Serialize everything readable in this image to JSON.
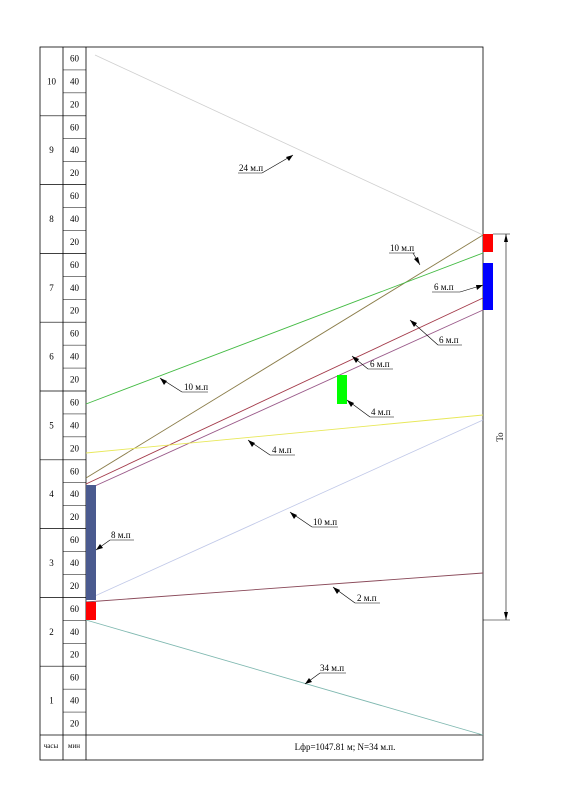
{
  "header": {
    "hours_label": "часы",
    "minutes_label": "мин",
    "to_label": "То",
    "footer_text": "Lфр=1047.81 м; N=34 м.п."
  },
  "hours": [
    "1",
    "2",
    "3",
    "4",
    "5",
    "6",
    "7",
    "8",
    "9",
    "10"
  ],
  "minute_marks": [
    "20",
    "40",
    "60"
  ],
  "colors": {
    "frame": "#000000",
    "red": "#ff0000",
    "blue": "#0000ff",
    "green": "#00ff00",
    "slate": "#4a5a8f"
  },
  "lines": [
    {
      "label": "24 м.п",
      "color": "#c8c8c8"
    },
    {
      "label": "10 м.п",
      "color": "#8b7d4a"
    },
    {
      "label": "6 м.п",
      "color": "#a33a4a"
    },
    {
      "label": "6 м.п",
      "color": "#9a5a8a"
    },
    {
      "label": "10 м.п",
      "color": "#44bb44"
    },
    {
      "label": "6 м.п",
      "color": "#b0a0d8"
    },
    {
      "label": "4 м.п",
      "color": "#e8e85a"
    },
    {
      "label": "10 м.п",
      "color": "#c0c8e8"
    },
    {
      "label": "2 м.п",
      "color": "#8a4a5a"
    },
    {
      "label": "34 м.п",
      "color": "#7fb8b0"
    },
    {
      "label": "8 м.п",
      "color": "#4a5a8f"
    },
    {
      "label": "4 м.п",
      "color": "#00ff00"
    }
  ]
}
